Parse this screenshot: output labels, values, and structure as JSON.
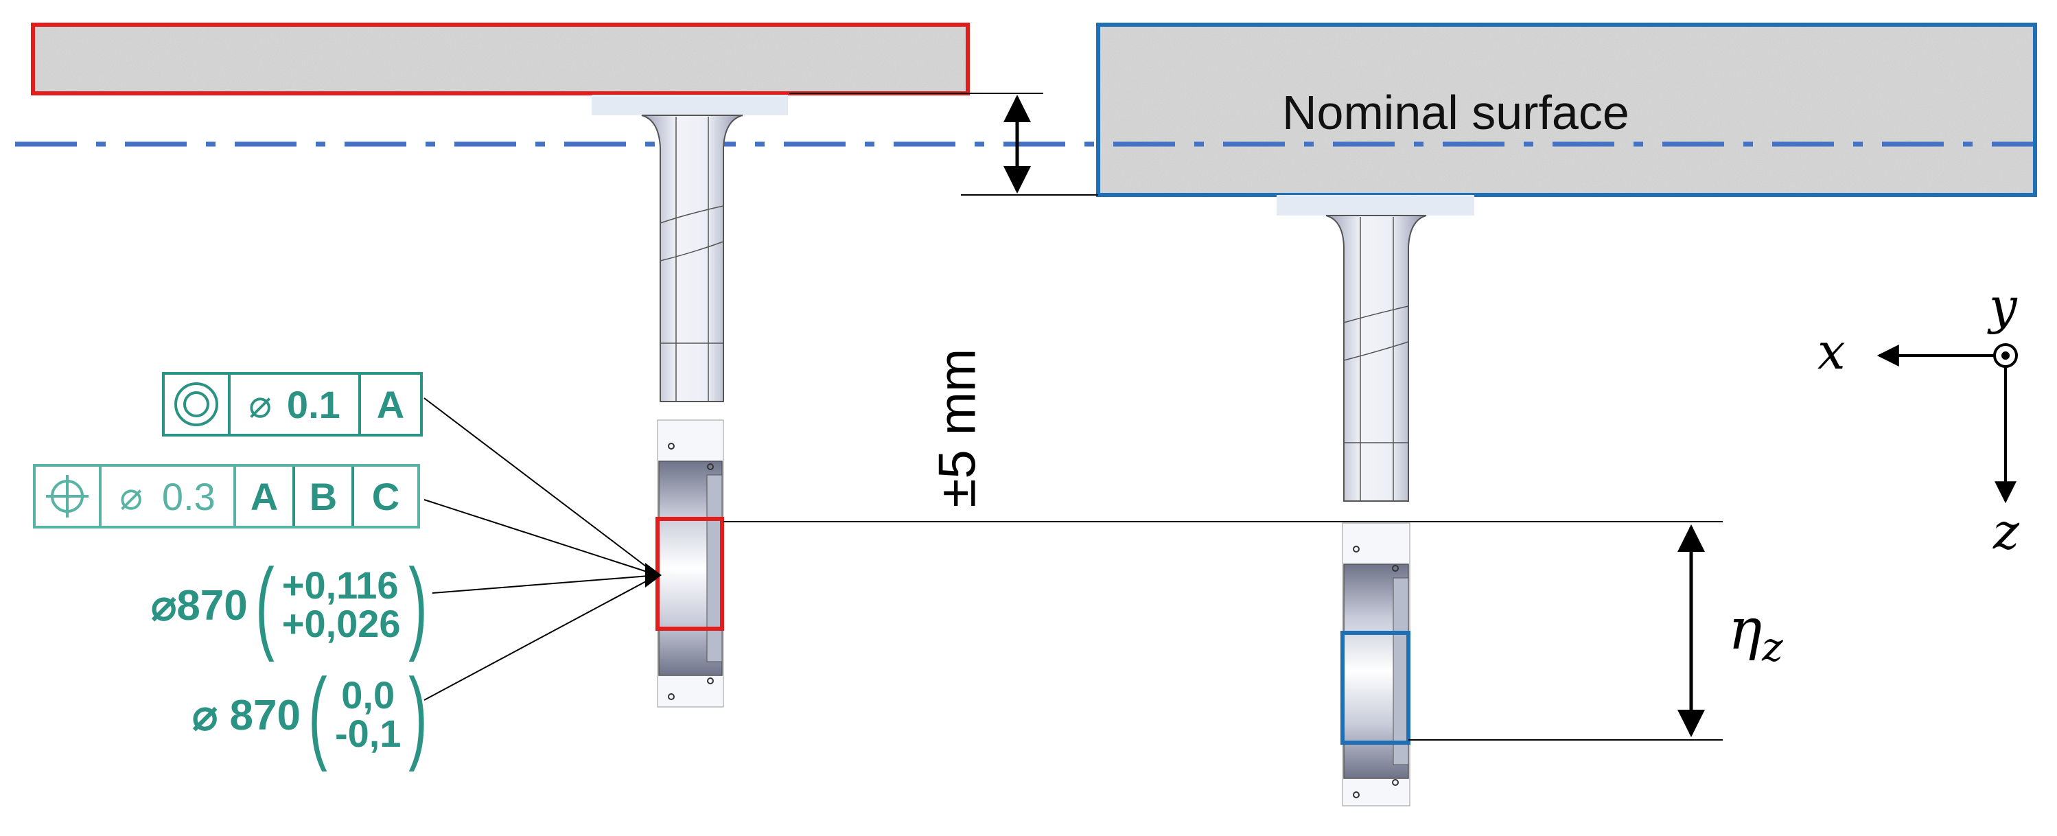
{
  "diagram": {
    "nominal_surface_label": "Nominal surface",
    "offset_label": "±5 mm",
    "eta_label_base": "η",
    "eta_label_sub": "z",
    "axes": {
      "x_label": "x",
      "y_label": "y",
      "z_label": "z"
    },
    "fcf_concentricity": {
      "symbol": "concentricity-symbol",
      "diameter": "⌀",
      "tolerance": "0.1",
      "datum": "A"
    },
    "fcf_position": {
      "symbol": "position-symbol",
      "diameter": "⌀",
      "tolerance": "0.3",
      "datums": [
        "A",
        "B",
        "C"
      ]
    },
    "tolerance_hole": {
      "diameter": "⌀870",
      "upper": "+0,116",
      "lower": "+0,026"
    },
    "tolerance_shaft": {
      "diameter": "⌀ 870",
      "upper": "0,0",
      "lower": "-0,1"
    },
    "colors": {
      "red_frame": "#e31c1c",
      "blue_frame": "#1f6fb4",
      "dash_line": "#4472c4",
      "gdt_teal": "#2a9383",
      "surface_gray": "#dcdcdc"
    }
  }
}
